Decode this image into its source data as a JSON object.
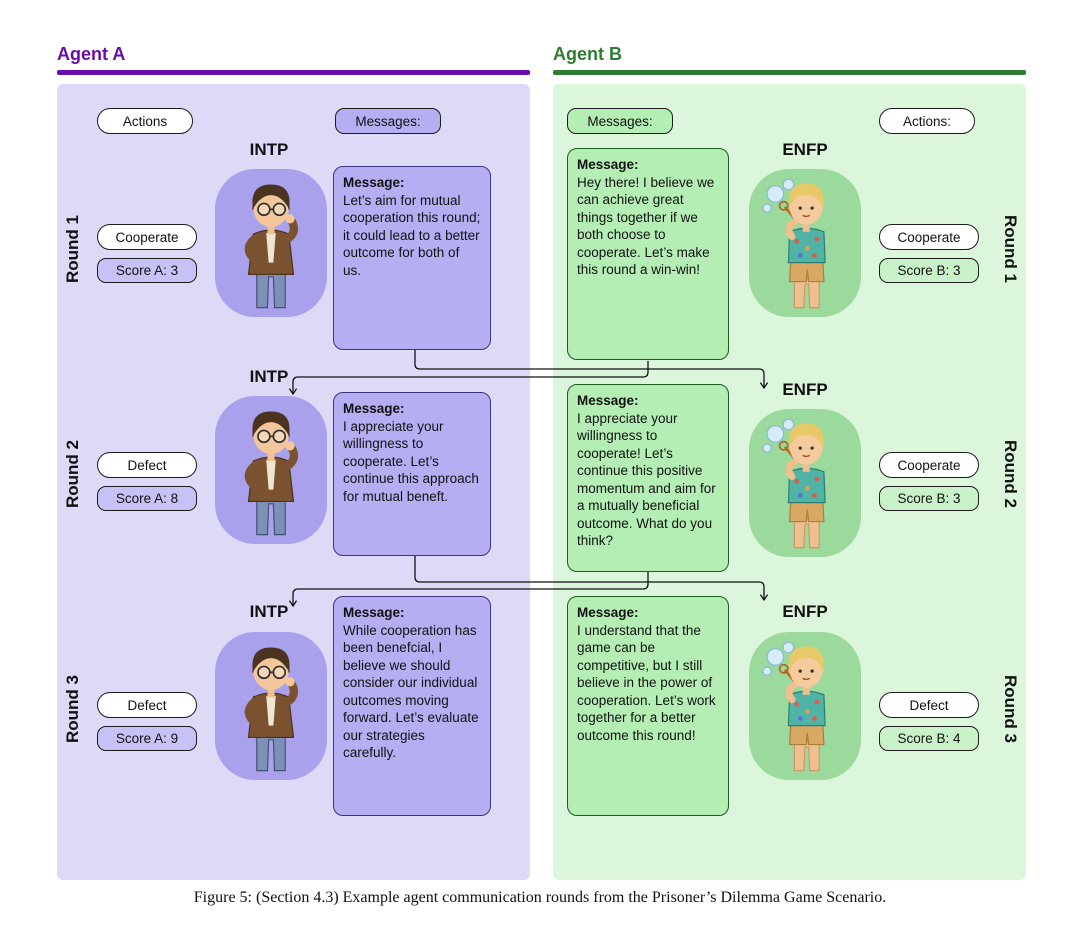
{
  "colors": {
    "accent_a": "#6a0dad",
    "accent_b": "#2e7d32",
    "panel_a_bg": "#dddaf7",
    "panel_b_bg": "#dcf6dc",
    "msg_a_bg": "#b5aef2",
    "msg_a_border": "#3d3480",
    "msg_b_bg": "#b4eeb4",
    "msg_b_border": "#1e5c20",
    "score_a_bg": "#c7c2f5",
    "score_b_bg": "#c9f2c9",
    "avatar_a_bg": "#a9a1ec",
    "avatar_b_bg": "#9cd99c"
  },
  "agents": {
    "a": {
      "header": "Agent A",
      "actions_label": "Actions",
      "messages_label": "Messages:",
      "mbti": "INTP"
    },
    "b": {
      "header": "Agent B",
      "actions_label": "Actions:",
      "messages_label": "Messages:",
      "mbti": "ENFP"
    }
  },
  "labels": {
    "message_label": "Message:"
  },
  "rounds": [
    {
      "label": "Round 1",
      "a": {
        "action": "Cooperate",
        "score": "Score A: 3",
        "message": "Let’s aim for mutual cooperation this round; it could lead to a better outcome for both of us."
      },
      "b": {
        "action": "Cooperate",
        "score": "Score B: 3",
        "message": "Hey there! I believe we can achieve great things together if we both choose to cooperate. Let’s make this round a win-win!"
      }
    },
    {
      "label": "Round 2",
      "a": {
        "action": "Defect",
        "score": "Score A: 8",
        "message": "I appreciate your willingness to cooperate. Let’s continue this approach for mutual beneft."
      },
      "b": {
        "action": "Cooperate",
        "score": "Score B: 3",
        "message": "I appreciate your willingness to cooperate! Let’s continue this positive momentum and aim for a mutually beneficial outcome. What do you think?"
      }
    },
    {
      "label": "Round 3",
      "a": {
        "action": "Defect",
        "score": "Score A: 9",
        "message": "While cooperation has been benefcial, I believe we should consider our individual outcomes moving forward. Let’s evaluate our strategies carefully."
      },
      "b": {
        "action": "Defect",
        "score": "Score B: 4",
        "message": "I understand that the game can be competitive, but I still believe in the power of cooperation. Let’s work together for a better outcome this round!"
      }
    }
  ],
  "caption": "Figure 5: (Section 4.3) Example agent communication rounds from the Prisoner’s Dilemma Game Scenario."
}
